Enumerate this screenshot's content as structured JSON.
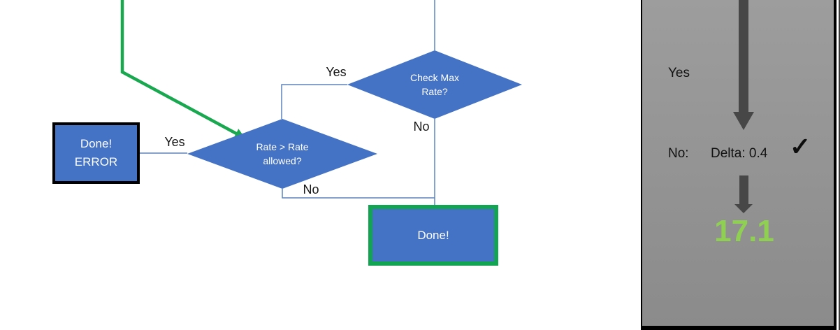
{
  "colors": {
    "shape_blue": "#4472C4",
    "border_green": "#12A452",
    "line_green": "#19A84F",
    "result_green": "#8FD052",
    "connector_blue": "#5C84BC",
    "panel_gray_top": "#9D9D9D",
    "panel_gray_bottom": "#8B8B8B",
    "arrow_gray": "#474747"
  },
  "flowchart": {
    "check_max_decision": {
      "line1": "Check Max",
      "line2": "Rate?",
      "yes_label": "Yes",
      "no_label": "No"
    },
    "rate_decision": {
      "line1": "Rate > Rate",
      "line2": "allowed?",
      "yes_label": "Yes",
      "no_label": "No"
    },
    "done_error_box": {
      "line1": "Done!",
      "line2": "ERROR"
    },
    "done_box": {
      "label": "Done!"
    }
  },
  "sidebar": {
    "yes_label": "Yes",
    "no_label": "No:",
    "delta_text": "Delta: 0.4",
    "check_icon": "✓",
    "result_value": "17.1"
  }
}
